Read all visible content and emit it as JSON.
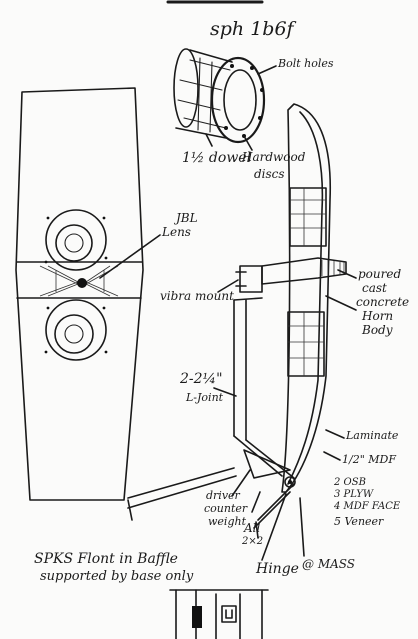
{
  "labels": {
    "top_title": "sph 1b6f",
    "bolt_holes": "Bolt holes",
    "dowel": "1½ dowel",
    "hardwood": "Hardwood",
    "discs": "discs",
    "jbl_lens_1": "JBL",
    "jbl_lens_2": "Lens",
    "vibra_mount": "vibra mount",
    "poured_1": "poured",
    "poured_2": "cast",
    "poured_3": "concrete",
    "poured_4": "Horn",
    "poured_5": "Body",
    "joint_1": "2-2¼\"",
    "joint_2": "L-Joint",
    "laminate": "Laminate",
    "mdf": "1/2\" MDF",
    "layer_2": "2 OSB",
    "layer_3": "3 PLYW",
    "layer_4": "4 MDF FACE",
    "layer_5": "5 Veneer",
    "driver_1": "driver",
    "driver_2": "counter",
    "driver_3": "weight",
    "all_1": "All",
    "all_2": "2×2",
    "hinge": "Hinge",
    "mass": "@ MASS",
    "bottom_1": "SPKS Flont in Baffle",
    "bottom_2": "supported by base only"
  }
}
